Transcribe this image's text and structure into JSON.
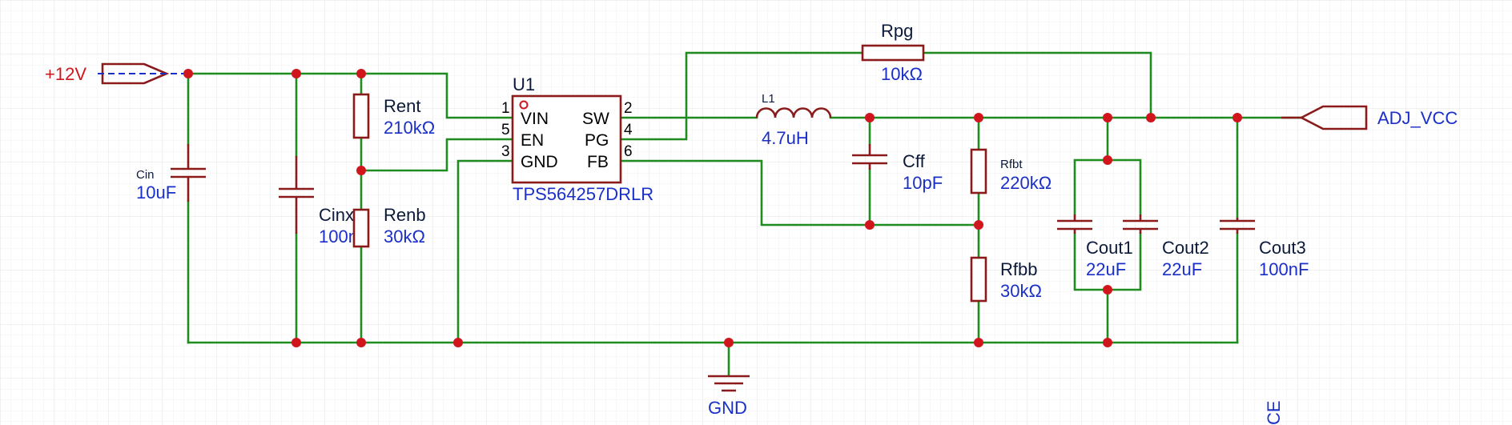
{
  "colors": {
    "wire": "#1e8c1e",
    "symbol": "#8b1a1a",
    "junction": "#d0161c",
    "value_text": "#1a2fc8",
    "designator_text": "#0b1a3a",
    "power_label": "#d0161c"
  },
  "nets": {
    "input": "+12V",
    "output": "ADJ_VCC",
    "ground": "GND"
  },
  "ic": {
    "designator": "U1",
    "part": "TPS564257DRLR",
    "pins": [
      {
        "num": "1",
        "name": "VIN"
      },
      {
        "num": "5",
        "name": "EN"
      },
      {
        "num": "3",
        "name": "GND"
      },
      {
        "num": "2",
        "name": "SW"
      },
      {
        "num": "4",
        "name": "PG"
      },
      {
        "num": "6",
        "name": "FB"
      }
    ]
  },
  "components": {
    "cin": {
      "designator": "Cin",
      "value": "10uF"
    },
    "cinx": {
      "designator": "Cinx",
      "value": "100nF"
    },
    "rent": {
      "designator": "Rent",
      "value": "210kΩ"
    },
    "renb": {
      "designator": "Renb",
      "value": "30kΩ"
    },
    "l1": {
      "designator": "L1",
      "value": "4.7uH"
    },
    "cff": {
      "designator": "Cff",
      "value": "10pF"
    },
    "rfbt": {
      "designator": "Rfbt",
      "value": "220kΩ"
    },
    "rfbb": {
      "designator": "Rfbb",
      "value": "30kΩ"
    },
    "rpg": {
      "designator": "Rpg",
      "value": "10kΩ"
    },
    "cout1": {
      "designator": "Cout1",
      "value": "22uF"
    },
    "cout2": {
      "designator": "Cout2",
      "value": "22uF"
    },
    "cout3": {
      "designator": "Cout3",
      "value": "100nF"
    }
  },
  "edge_fragment": "CE"
}
